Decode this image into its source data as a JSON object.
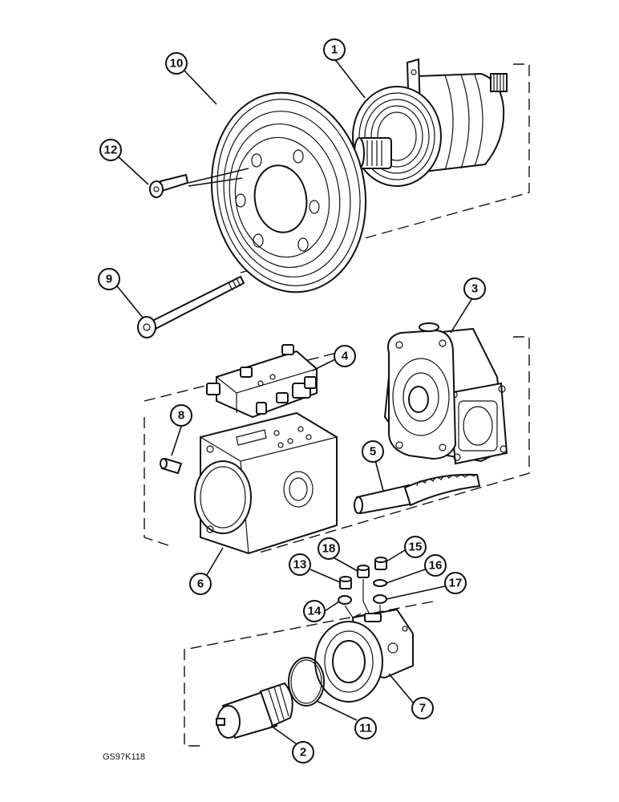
{
  "diagram": {
    "callouts": [
      {
        "id": "1",
        "label": "1"
      },
      {
        "id": "2",
        "label": "2"
      },
      {
        "id": "3",
        "label": "3"
      },
      {
        "id": "4",
        "label": "4"
      },
      {
        "id": "5",
        "label": "5"
      },
      {
        "id": "6",
        "label": "6"
      },
      {
        "id": "7",
        "label": "7"
      },
      {
        "id": "8",
        "label": "8"
      },
      {
        "id": "9",
        "label": "9"
      },
      {
        "id": "10",
        "label": "10"
      },
      {
        "id": "11",
        "label": "11"
      },
      {
        "id": "12",
        "label": "12"
      },
      {
        "id": "13",
        "label": "13"
      },
      {
        "id": "14",
        "label": "14"
      },
      {
        "id": "15",
        "label": "15"
      },
      {
        "id": "16",
        "label": "16"
      },
      {
        "id": "17",
        "label": "17"
      },
      {
        "id": "18",
        "label": "18"
      }
    ],
    "figure_code": "GS97K118"
  }
}
